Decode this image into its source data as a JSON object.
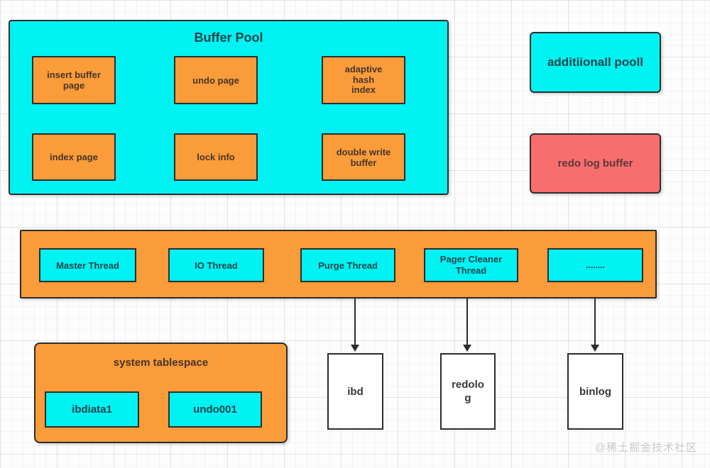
{
  "colors": {
    "cyan_fill": "#00f2f2",
    "orange_fill": "#fa9c3a",
    "red_fill": "#f86e6e",
    "white_fill": "#ffffff",
    "border": "#2d2d2d"
  },
  "buffer_pool": {
    "title": "Buffer Pool",
    "cells": [
      "insert buffer\npage",
      "undo page",
      "adaptive\nhash\nindex",
      "index page",
      "lock info",
      "double write\nbuffer"
    ]
  },
  "side_boxes": {
    "additional_pool": "additiionall pooll",
    "redo_log_buffer": "redo log buffer"
  },
  "thread_bar": {
    "threads": [
      "Master Thread",
      "IO Thread",
      "Purge Thread",
      "Pager Cleaner\nThread",
      "........"
    ]
  },
  "system_tablespace": {
    "title": "system tablespace",
    "files": [
      "ibdiata1",
      "undo001"
    ]
  },
  "disk_files": [
    "ibd",
    "redolo\ng",
    "binlog"
  ],
  "watermark": "@稀土掘金技术社区"
}
